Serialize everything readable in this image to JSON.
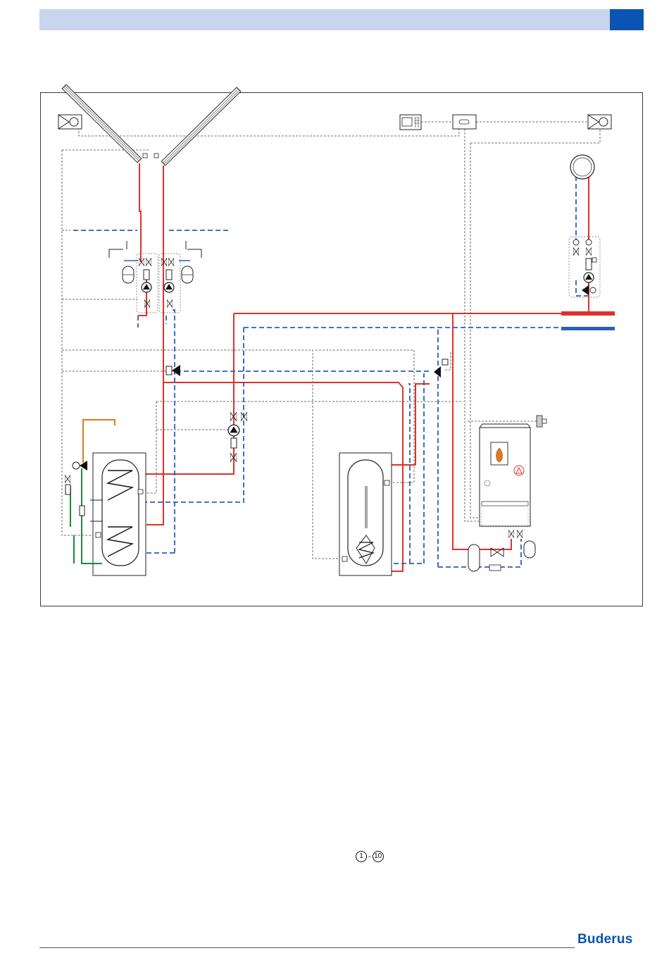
{
  "legend": {
    "range_start": "1",
    "range_sep": "-",
    "range_end": "10"
  },
  "footer": {
    "brand": "Buderus"
  },
  "colors": {
    "header_band": "#c9d5ec",
    "header_block": "#0a55b4",
    "flow_red": "#e0302a",
    "return_blue": "#2a5fbf",
    "drain_green": "#1a8a3a",
    "cold_orange": "#e07a20",
    "control_line": "#444444"
  },
  "icons": [
    "controller-icon",
    "sensor-icon",
    "pump-icon",
    "valve-icon",
    "expansion-vessel-icon",
    "solar-collector-icon",
    "storage-tank-icon",
    "boiler-icon",
    "radiator-icon"
  ]
}
